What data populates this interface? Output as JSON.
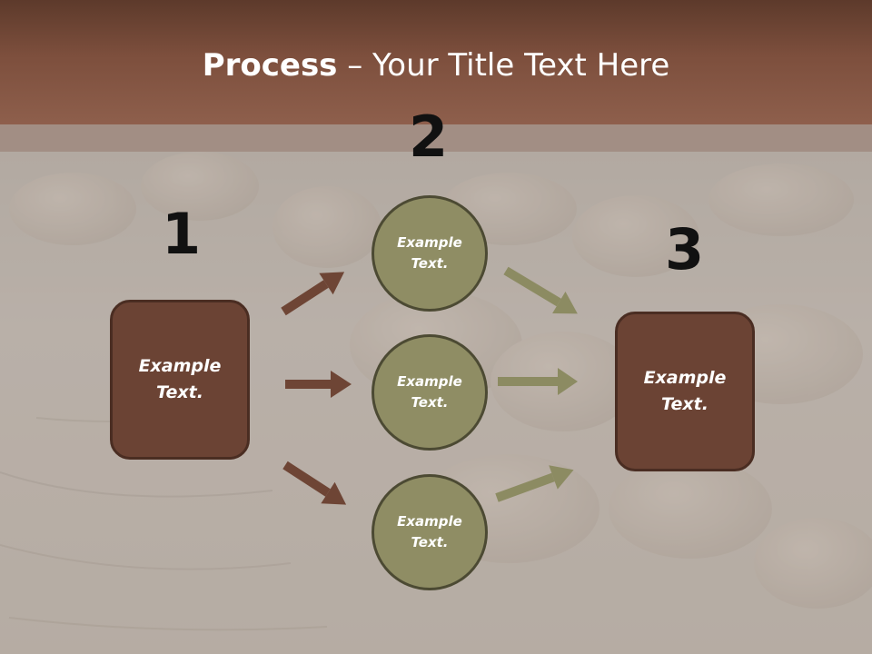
{
  "title": {
    "bold": "Process",
    "rest": " – Your Title Text Here"
  },
  "steps": [
    {
      "number": "1",
      "label": "Example\nText."
    },
    {
      "number": "2",
      "nodes": [
        "Example\nText.",
        "Example\nText.",
        "Example\nText."
      ]
    },
    {
      "number": "3",
      "label": "Example\nText."
    }
  ],
  "colors": {
    "title_bar": "#7d4f3d",
    "box_fill": "#6b4334",
    "circle_fill": "#8f8d64",
    "arrow_brown": "#6e4535",
    "arrow_olive": "#8c8b62"
  }
}
